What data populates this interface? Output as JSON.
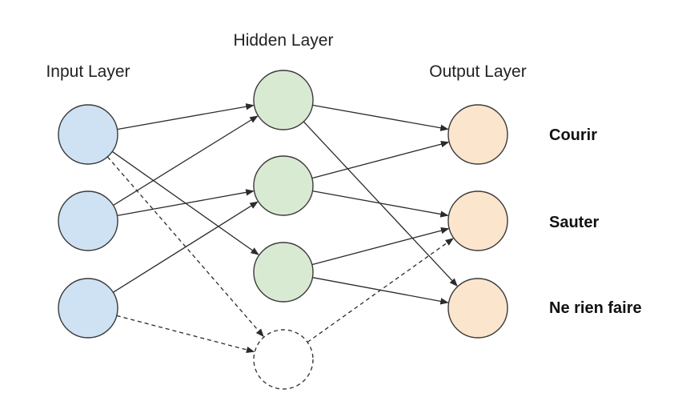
{
  "labels": {
    "input_layer": "Input Layer",
    "hidden_layer": "Hidden Layer",
    "output_layer": "Output Layer"
  },
  "outputs": [
    {
      "label": "Courir"
    },
    {
      "label": "Sauter"
    },
    {
      "label": "Ne rien faire"
    }
  ],
  "colors": {
    "input_fill": "#cfe2f3",
    "hidden_fill": "#d9ead3",
    "output_fill": "#fce5cd",
    "stroke": "#3a3a3a"
  },
  "layers": [
    {
      "id": "input",
      "count": 3
    },
    {
      "id": "hidden",
      "count": 4,
      "dropped": [
        3
      ]
    },
    {
      "id": "output",
      "count": 3
    }
  ],
  "edges": [
    {
      "from": [
        "input",
        0
      ],
      "to": [
        "hidden",
        0
      ],
      "style": "solid"
    },
    {
      "from": [
        "input",
        0
      ],
      "to": [
        "hidden",
        2
      ],
      "style": "solid"
    },
    {
      "from": [
        "input",
        0
      ],
      "to": [
        "hidden",
        3
      ],
      "style": "dashed"
    },
    {
      "from": [
        "input",
        1
      ],
      "to": [
        "hidden",
        0
      ],
      "style": "solid"
    },
    {
      "from": [
        "input",
        1
      ],
      "to": [
        "hidden",
        1
      ],
      "style": "solid"
    },
    {
      "from": [
        "input",
        2
      ],
      "to": [
        "hidden",
        1
      ],
      "style": "solid"
    },
    {
      "from": [
        "input",
        2
      ],
      "to": [
        "hidden",
        3
      ],
      "style": "dashed"
    },
    {
      "from": [
        "hidden",
        0
      ],
      "to": [
        "output",
        0
      ],
      "style": "solid"
    },
    {
      "from": [
        "hidden",
        0
      ],
      "to": [
        "output",
        2
      ],
      "style": "solid"
    },
    {
      "from": [
        "hidden",
        1
      ],
      "to": [
        "output",
        0
      ],
      "style": "solid"
    },
    {
      "from": [
        "hidden",
        1
      ],
      "to": [
        "output",
        1
      ],
      "style": "solid"
    },
    {
      "from": [
        "hidden",
        2
      ],
      "to": [
        "output",
        1
      ],
      "style": "solid"
    },
    {
      "from": [
        "hidden",
        2
      ],
      "to": [
        "output",
        2
      ],
      "style": "solid"
    },
    {
      "from": [
        "hidden",
        3
      ],
      "to": [
        "output",
        1
      ],
      "style": "dashed"
    }
  ]
}
